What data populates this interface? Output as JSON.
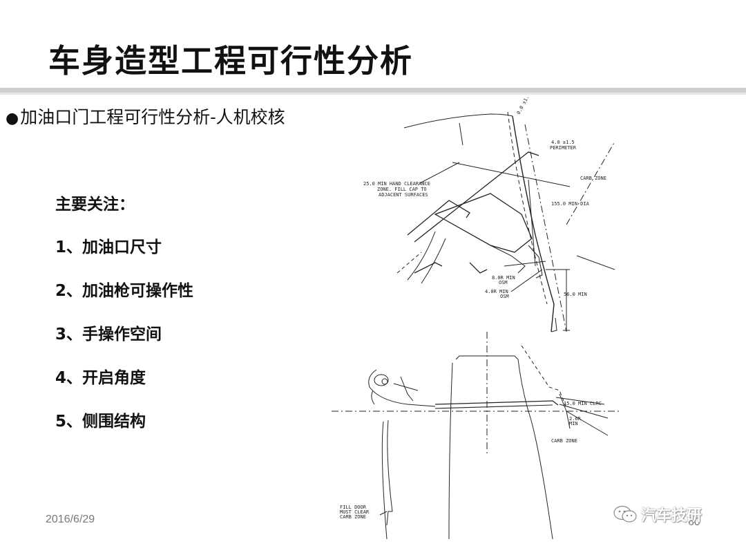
{
  "title": "车身造型工程可行性分析",
  "subtitle": "加油口门工程可行性分析-人机校核",
  "focus": {
    "heading": "主要关注：",
    "items": [
      "1、加油口尺寸",
      "2、加油枪可操作性",
      "3、手操作空间",
      "4、开启角度",
      "5、侧围结构"
    ]
  },
  "footer": {
    "date": "2016/6/29",
    "page": "60"
  },
  "watermark": {
    "text": "汽车技研",
    "icon": "wechat-icon"
  },
  "drawing": {
    "labels": {
      "tol_top": "0.0 ±1.0",
      "perimeter_1": "4.0 ±1.5",
      "perimeter_2": "PERIMETER",
      "carb_zone_upper": "CARB ZONE",
      "hand_clearance_1": "25.0 MIN HAND CLEARANCE",
      "hand_clearance_2": "ZONE. FILL CAP TO",
      "hand_clearance_3": "ADJACENT SURFACES",
      "dia": "155.0 MIN DIA",
      "r8_1": "8.0R MIN",
      "r8_2": "OSM",
      "r4_1": "4.0R MIN",
      "r4_2": "OSM",
      "dim56": "56.0 MIN",
      "clrc": "15.0 MIN CLRC",
      "r2_1": "2.6R",
      "r2_2": "MIN",
      "carb_zone_lower": "CARB ZONE",
      "fill_door_1": "FILL DOOR",
      "fill_door_2": "MUST CLEAR",
      "fill_door_3": "CARB ZONE"
    }
  }
}
